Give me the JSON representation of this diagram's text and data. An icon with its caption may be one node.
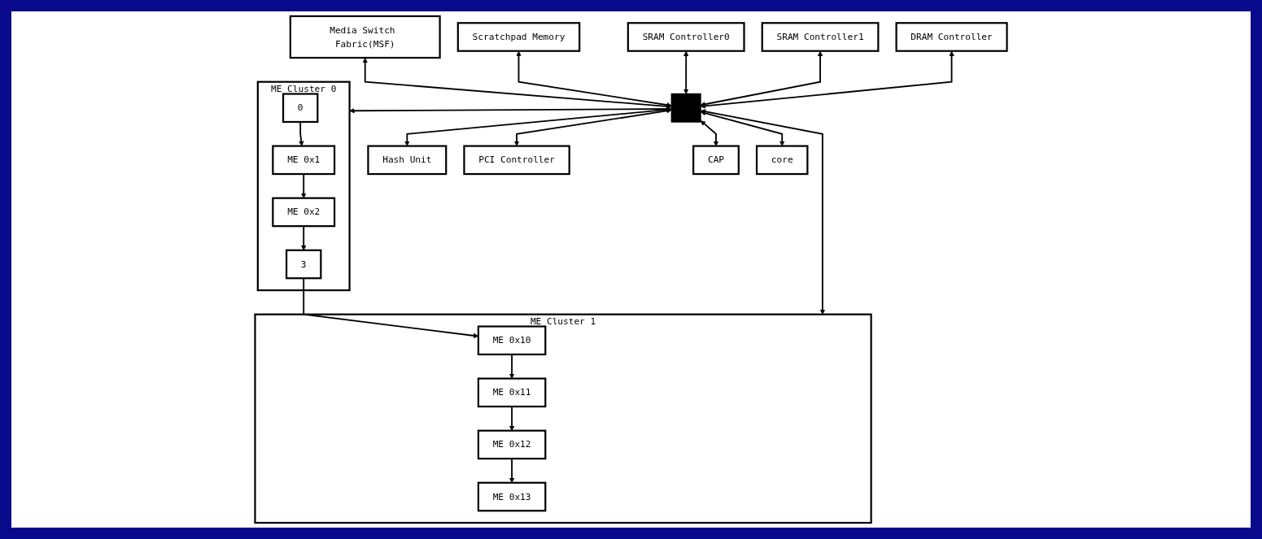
{
  "diagram": {
    "nodes": [
      {
        "text": [
          "Media Switch Fabric(MSF)"
        ]
      },
      {
        "text": [
          "Scratchpad Memory"
        ]
      },
      {
        "text": [
          "SRAM Controller0"
        ]
      },
      {
        "text": [
          "SRAM Controller1"
        ]
      },
      {
        "text": [
          "DRAM Controller"
        ]
      },
      {
        "text": [],
        "shape": "bar"
      },
      {
        "text": [
          "Hash Unit"
        ]
      },
      {
        "text": [
          "PCI Controller"
        ]
      },
      {
        "text": [
          "CAP"
        ]
      },
      {
        "text": [
          "ME Cluster 0"
        ]
      },
      {
        "text": [
          "ME 0x1"
        ],
        "in": 9
      },
      {
        "text": [
          "0"
        ],
        "in": 9
      },
      {
        "text": [
          "ME 0x2"
        ],
        "in": 9
      },
      {
        "text": [
          "3"
        ],
        "in": 9
      },
      {
        "text": [
          "ME Cluster 1"
        ]
      },
      {
        "text": [
          "ME 0x10"
        ],
        "in": 14
      },
      {
        "text": [
          "ME 0x11"
        ],
        "in": 14
      },
      {
        "text": [
          "ME 0x13"
        ],
        "in": 14
      },
      {
        "text": [
          "ME 0x12"
        ],
        "in": 14
      },
      {
        "text": [
          "core"
        ]
      }
    ],
    "edges": [
      {
        "from": 0,
        "to": 5,
        "arrow": "both"
      },
      {
        "from": 1,
        "to": 5,
        "arrow": "both"
      },
      {
        "from": 2,
        "to": 5,
        "arrow": "both"
      },
      {
        "from": 3,
        "to": 5,
        "arrow": "both"
      },
      {
        "from": 4,
        "to": 5,
        "arrow": "both"
      },
      {
        "from": 5,
        "to": 6,
        "arrow": "both"
      },
      {
        "from": 5,
        "to": 7,
        "arrow": "both"
      },
      {
        "from": 5,
        "to": 8,
        "arrow": "both"
      },
      {
        "from": 5,
        "to": 9,
        "arrow": "both"
      },
      {
        "from": 5,
        "to": 14,
        "arrow": "both"
      },
      {
        "from": 5,
        "to": 19,
        "arrow": "both"
      },
      {
        "from": 11,
        "to": 10,
        "arrow": "to"
      },
      {
        "from": 10,
        "to": 12,
        "arrow": "to"
      },
      {
        "from": 12,
        "to": 13,
        "arrow": "to"
      },
      {
        "from": 13,
        "to": 15,
        "arrow": "to"
      },
      {
        "from": 15,
        "to": 16,
        "arrow": "to"
      },
      {
        "from": 16,
        "to": 18,
        "arrow": "to"
      },
      {
        "from": 18,
        "to": 17,
        "arrow": "to"
      }
    ]
  }
}
